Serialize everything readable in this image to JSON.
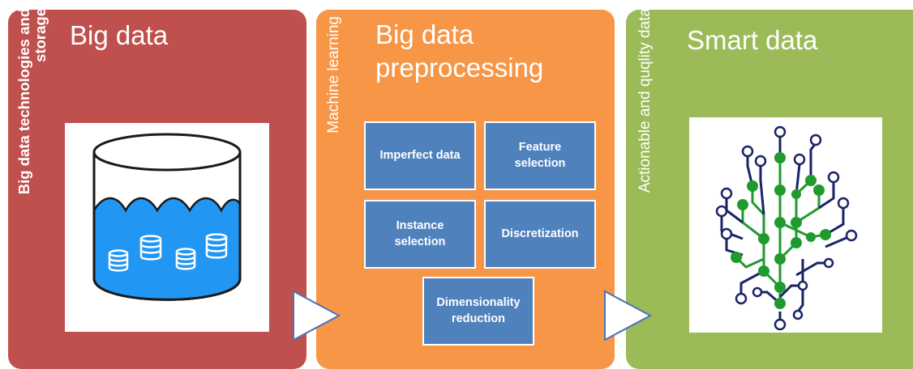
{
  "panels": [
    {
      "title": "Big data",
      "side_label": "Big data technologies and\nstorage",
      "color": "#c0504d",
      "icon": "database-cylinder-icon"
    },
    {
      "title": "Big data preprocessing",
      "side_label": "Machine learning",
      "color": "#f79646",
      "boxes": [
        "Imperfect data",
        "Feature selection",
        "Instance selection",
        "Discretization",
        "Dimensionality reduction"
      ]
    },
    {
      "title": "Smart data",
      "side_label": "Actionable and quqlity data",
      "color": "#9bbb59",
      "icon": "circuit-tree-icon"
    }
  ],
  "box_color": "#4f81bd",
  "icons": {
    "flow_arrow": "right-triangle-arrow"
  }
}
